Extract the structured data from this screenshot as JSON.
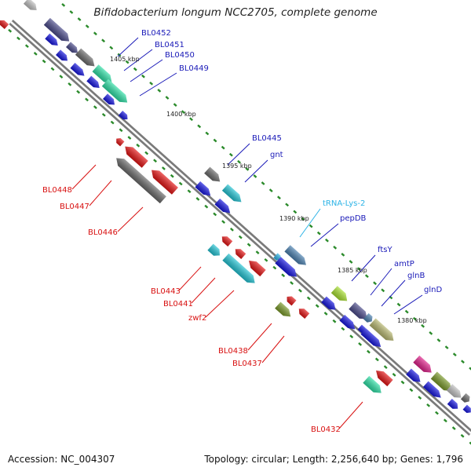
{
  "title": "Bifidobacterium longum NCC2705, complete genome",
  "footer": {
    "accession": "Accession: NC_004307",
    "topology": "Topology: circular; Length: 2,256,640 bp; Genes: 1,796"
  },
  "ticks": [
    "1405 kbp",
    "1400 kbp",
    "1395 kbp",
    "1390 kbp",
    "1385 kbp",
    "1380 kbp"
  ],
  "labels": [
    {
      "id": "BL0452",
      "text": "BL0452",
      "color": "#1a1ab8"
    },
    {
      "id": "BL0451",
      "text": "BL0451",
      "color": "#1a1ab8"
    },
    {
      "id": "BL0450",
      "text": "BL0450",
      "color": "#1a1ab8"
    },
    {
      "id": "BL0449",
      "text": "BL0449",
      "color": "#1a1ab8"
    },
    {
      "id": "BL0445",
      "text": "BL0445",
      "color": "#1a1ab8"
    },
    {
      "id": "gnt",
      "text": "gnt",
      "color": "#1a1ab8"
    },
    {
      "id": "tRNA-Lys-2",
      "text": "tRNA-Lys-2",
      "color": "#2bb3e6"
    },
    {
      "id": "pepDB",
      "text": "pepDB",
      "color": "#1a1ab8"
    },
    {
      "id": "ftsY",
      "text": "ftsY",
      "color": "#1a1ab8"
    },
    {
      "id": "amtP",
      "text": "amtP",
      "color": "#1a1ab8"
    },
    {
      "id": "glnB",
      "text": "glnB",
      "color": "#1a1ab8"
    },
    {
      "id": "glnD",
      "text": "glnD",
      "color": "#1a1ab8"
    },
    {
      "id": "BL0448",
      "text": "BL0448",
      "color": "#d81010"
    },
    {
      "id": "BL0447",
      "text": "BL0447",
      "color": "#d81010"
    },
    {
      "id": "BL0446",
      "text": "BL0446",
      "color": "#d81010"
    },
    {
      "id": "BL0443",
      "text": "BL0443",
      "color": "#d81010"
    },
    {
      "id": "BL0441",
      "text": "BL0441",
      "color": "#d81010"
    },
    {
      "id": "zwf2",
      "text": "zwf2",
      "color": "#d81010"
    },
    {
      "id": "BL0438",
      "text": "BL0438",
      "color": "#d81010"
    },
    {
      "id": "BL0437",
      "text": "BL0437",
      "color": "#d81010"
    },
    {
      "id": "BL0432",
      "text": "BL0432",
      "color": "#d81010"
    }
  ],
  "colors": {
    "backbone": "#7a7a7a",
    "tick_dots": "#2a8a2a",
    "cds_forward": "#1515e0",
    "cds_reverse": "#e61515",
    "trna": "#2bb3e6",
    "cyan_gene": "#22c4d4",
    "teal_gene": "#2ee0a6",
    "navy_gene": "#4a4a8a",
    "grey_gene": "#6a6a6a",
    "olive_gene": "#7a9a2a",
    "lime_gene": "#a8e030",
    "khaki_gene": "#b8b870",
    "steel_gene": "#4a80b0",
    "magenta_gene": "#e0208a",
    "silver_gene": "#c0c0c0"
  }
}
